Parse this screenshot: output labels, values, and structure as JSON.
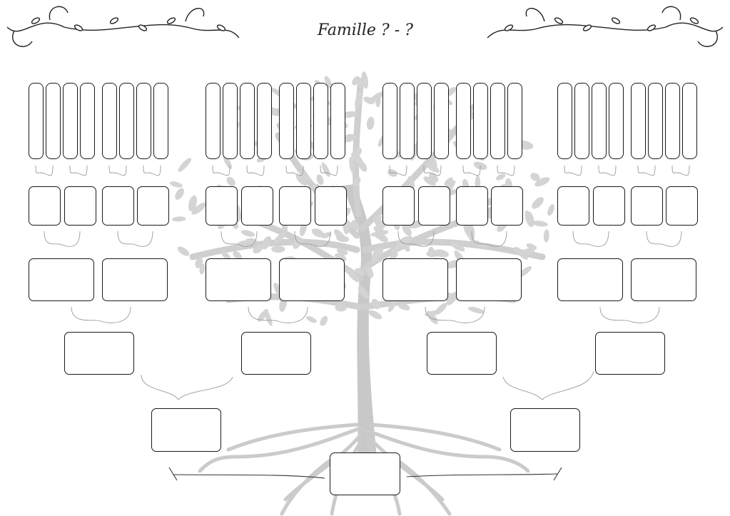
{
  "title": "Famille ? - ?",
  "colors": {
    "tree": "#cfcfcf",
    "border": "#1a1a1a",
    "ink": "#222222"
  },
  "diagram": {
    "type": "family-tree",
    "generations": [
      {
        "level": 1,
        "boxes": 1
      },
      {
        "level": 2,
        "boxes": 2
      },
      {
        "level": 3,
        "boxes": 4
      },
      {
        "level": 4,
        "boxes": 8
      },
      {
        "level": 5,
        "boxes": 16
      },
      {
        "level": 6,
        "boxes": 32
      }
    ]
  }
}
